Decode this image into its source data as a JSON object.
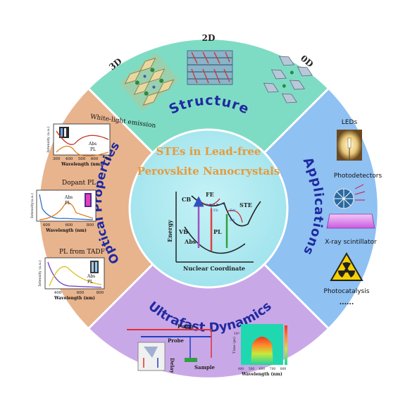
{
  "center": {
    "title_line1": "STEs in Lead-free",
    "title_line2": "Perovskite Nanocrystals",
    "diagram": {
      "cb": "CB",
      "fe": "FE",
      "ste": "STE",
      "vb": "VB",
      "abs": "Abs",
      "pl": "PL",
      "e_b": "Eb",
      "e_st": "Est",
      "e_deform": "Ed",
      "y_axis": "Energy",
      "x_axis": "Nuclear Coordinate"
    }
  },
  "sectors": {
    "structure": {
      "title": "Structure",
      "items": [
        "3D",
        "2D",
        "0D"
      ]
    },
    "applications": {
      "title": "Applications",
      "items": [
        "LEDs",
        "Photodetectors",
        "X-ray scintillator",
        "Photocatalysis",
        "......"
      ]
    },
    "ultrafast": {
      "title": "Ultrafast Dynamics",
      "setup": {
        "pump": "Pump",
        "probe": "Probe",
        "delay": "Delay",
        "sample": "Sample"
      },
      "map": {
        "y_axis": "Time (ps)",
        "x_axis": "Wavelength (nm)",
        "x_ticks": [
          "400",
          "500",
          "600",
          "700",
          "800"
        ],
        "y_tick": "10²"
      }
    },
    "optical": {
      "title": "Optical Properties",
      "panels": [
        {
          "title": "White-light emission",
          "y_axis": "Intensity (a.u.)",
          "x_axis": "Wavelength (nm)",
          "x_ticks": [
            "300",
            "400",
            "500",
            "600",
            "700"
          ],
          "legend": [
            "Abs",
            "PL"
          ]
        },
        {
          "title": "Dopant PL",
          "y_axis": "Intensity(a.u.)",
          "x_axis": "Wavelength (nm)",
          "x_ticks": [
            "400",
            "600",
            "800"
          ],
          "legend": [
            "Abs",
            "PL"
          ]
        },
        {
          "title": "PL from TADF",
          "y_axis": "Intensity (a.u.)",
          "x_axis": "Wavelength (nm)",
          "x_ticks": [
            "400",
            "600",
            "800"
          ],
          "legend": [
            "Abs",
            "PL"
          ]
        }
      ]
    }
  },
  "colors": {
    "structure": "#7fdcc4",
    "applications": "#8fc1f2",
    "ultrafast": "#c9a8e8",
    "optical": "#e8b48e",
    "center": "#a9e8f0",
    "title_text": "#1f2aa0",
    "center_title": "#e89a3a"
  }
}
